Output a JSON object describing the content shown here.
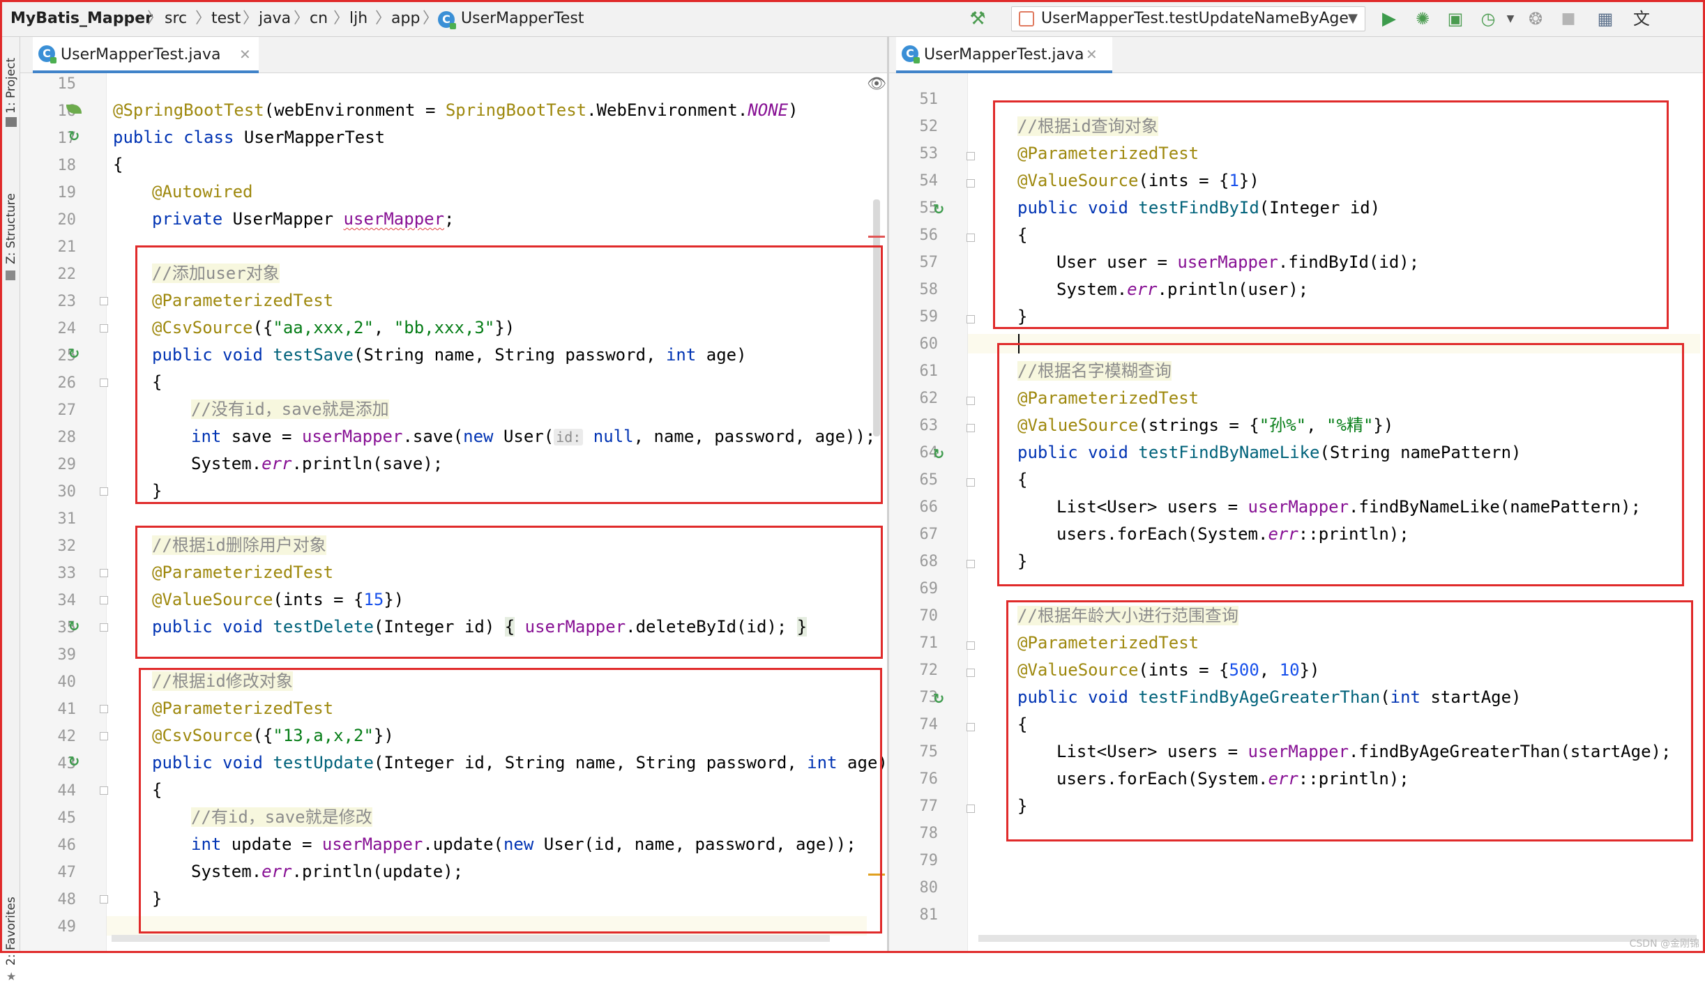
{
  "breadcrumbs": {
    "project": "MyBatis_Mapper",
    "items": [
      "src",
      "test",
      "java",
      "cn",
      "ljh",
      "app"
    ],
    "file": "UserMapperTest"
  },
  "run_config": "UserMapperTest.testUpdateNameByAge",
  "side_tabs": {
    "project": "1: Project",
    "structure": "Z: Structure",
    "favorites": "2: Favorites"
  },
  "left_tab": {
    "label": "UserMapperTest.java"
  },
  "right_tab": {
    "label": "UserMapperTest.java"
  },
  "left_lines": [
    "15",
    "16",
    "17",
    "18",
    "19",
    "20",
    "21",
    "22",
    "23",
    "24",
    "25",
    "26",
    "27",
    "28",
    "29",
    "30",
    "31",
    "32",
    "33",
    "34",
    "35",
    "39",
    "40",
    "41",
    "42",
    "43",
    "44",
    "45",
    "46",
    "47",
    "48",
    "49"
  ],
  "right_lines": [
    "51",
    "52",
    "53",
    "54",
    "55",
    "56",
    "57",
    "58",
    "59",
    "60",
    "61",
    "62",
    "63",
    "64",
    "65",
    "66",
    "67",
    "68",
    "69",
    "70",
    "71",
    "72",
    "73",
    "74",
    "75",
    "76",
    "77",
    "78",
    "79",
    "80",
    "81"
  ],
  "left_code": {
    "l16": {
      "anno": "@SpringBootTest",
      "p1": "(webEnvironment = ",
      "cls": "SpringBootTest",
      "p2": ".WebEnvironment.",
      "const": "NONE",
      "p3": ")"
    },
    "l17": {
      "kw": "public class",
      "name": " UserMapperTest"
    },
    "l18": "{",
    "l19": "@Autowired",
    "l20": {
      "kw": "private",
      "type": " UserMapper ",
      "field": "userMapper",
      "end": ";"
    },
    "l22": "//添加user对象",
    "l23": "@ParameterizedTest",
    "l24": {
      "anno": "@CsvSource",
      "p1": "({",
      "s1": "\"aa,xxx,2\"",
      "p2": ", ",
      "s2": "\"bb,xxx,3\"",
      "p3": "})"
    },
    "l25": {
      "kw": "public void",
      "name": " testSave",
      "p1": "(String name, String password, ",
      "kw2": "int",
      "p2": " age)"
    },
    "l26": "{",
    "l27": "//没有id，save就是添加",
    "l28": {
      "kw": "int",
      "p1": " save = ",
      "field": "userMapper",
      "p2": ".save(",
      "kw2": "new",
      "p3": " User(",
      "hint": "id:",
      "kw3": "null",
      "p4": ", name, password, age));"
    },
    "l29": {
      "p1": "System.",
      "err": "err",
      "p2": ".println(save);"
    },
    "l30": "}",
    "l32": "//根据id删除用户对象",
    "l33": "@ParameterizedTest",
    "l34": {
      "anno": "@ValueSource",
      "p1": "(ints = {",
      "num": "15",
      "p2": "})"
    },
    "l35": {
      "kw": "public void",
      "name": " testDelete",
      "p1": "(Integer id) ",
      "b1": "{",
      "field": "userMapper",
      "p2": ".deleteById(id); ",
      "b2": "}"
    },
    "l40": "//根据id修改对象",
    "l41": "@ParameterizedTest",
    "l42": {
      "anno": "@CsvSource",
      "p1": "({",
      "s1": "\"13,a,x,2\"",
      "p2": "})"
    },
    "l43": {
      "kw": "public void",
      "name": " testUpdate",
      "p1": "(Integer id, String name, String password, ",
      "kw2": "int",
      "p2": " age)"
    },
    "l44": "{",
    "l45": "//有id，save就是修改",
    "l46": {
      "kw": "int",
      "p1": " update = ",
      "field": "userMapper",
      "p2": ".update(",
      "kw2": "new",
      "p3": " User(id, name, password, age));"
    },
    "l47": {
      "p1": "System.",
      "err": "err",
      "p2": ".println(update);"
    },
    "l48": "}"
  },
  "right_code": {
    "l52": "//根据id查询对象",
    "l53": "@ParameterizedTest",
    "l54": {
      "anno": "@ValueSource",
      "p1": "(ints = {",
      "num": "1",
      "p2": "})"
    },
    "l55": {
      "kw": "public void",
      "name": " testFindById",
      "p1": "(Integer id)"
    },
    "l56": "{",
    "l57": {
      "p1": "User user = ",
      "field": "userMapper",
      "p2": ".findById(id);"
    },
    "l58": {
      "p1": "System.",
      "err": "err",
      "p2": ".println(user);"
    },
    "l59": "}",
    "l61": "//根据名字模糊查询",
    "l62": "@ParameterizedTest",
    "l63": {
      "anno": "@ValueSource",
      "p1": "(strings = {",
      "s1": "\"孙%\"",
      "p2": ", ",
      "s2": "\"%精\"",
      "p3": "})"
    },
    "l64": {
      "kw": "public void",
      "name": " testFindByNameLike",
      "p1": "(String namePattern)"
    },
    "l65": "{",
    "l66": {
      "p1": "List<User> users = ",
      "field": "userMapper",
      "p2": ".findByNameLike(namePattern);"
    },
    "l67": {
      "p1": "users.forEach(System.",
      "err": "err",
      "p2": "::println);"
    },
    "l68": "}",
    "l70": "//根据年龄大小进行范围查询",
    "l71": "@ParameterizedTest",
    "l72": {
      "anno": "@ValueSource",
      "p1": "(ints = {",
      "num1": "500",
      "p2": ", ",
      "num2": "10",
      "p3": "})"
    },
    "l73": {
      "kw": "public void",
      "name": " testFindByAgeGreaterThan",
      "p1": "(",
      "kw2": "int",
      "p2": " startAge)"
    },
    "l74": "{",
    "l75": {
      "p1": "List<User> users = ",
      "field": "userMapper",
      "p2": ".findByAgeGreaterThan(startAge);"
    },
    "l76": {
      "p1": "users.forEach(System.",
      "err": "err",
      "p2": "::println);"
    },
    "l77": "}"
  },
  "watermark": "CSDN @金刚锦",
  "colors": {
    "keyword": "#0033b3",
    "annotation": "#9e880d",
    "string": "#067d17",
    "number": "#1750eb",
    "field": "#871094",
    "comment": "#8c8c8c",
    "highlight_box": "#e02a2a",
    "tab_underline": "#4083c9"
  }
}
